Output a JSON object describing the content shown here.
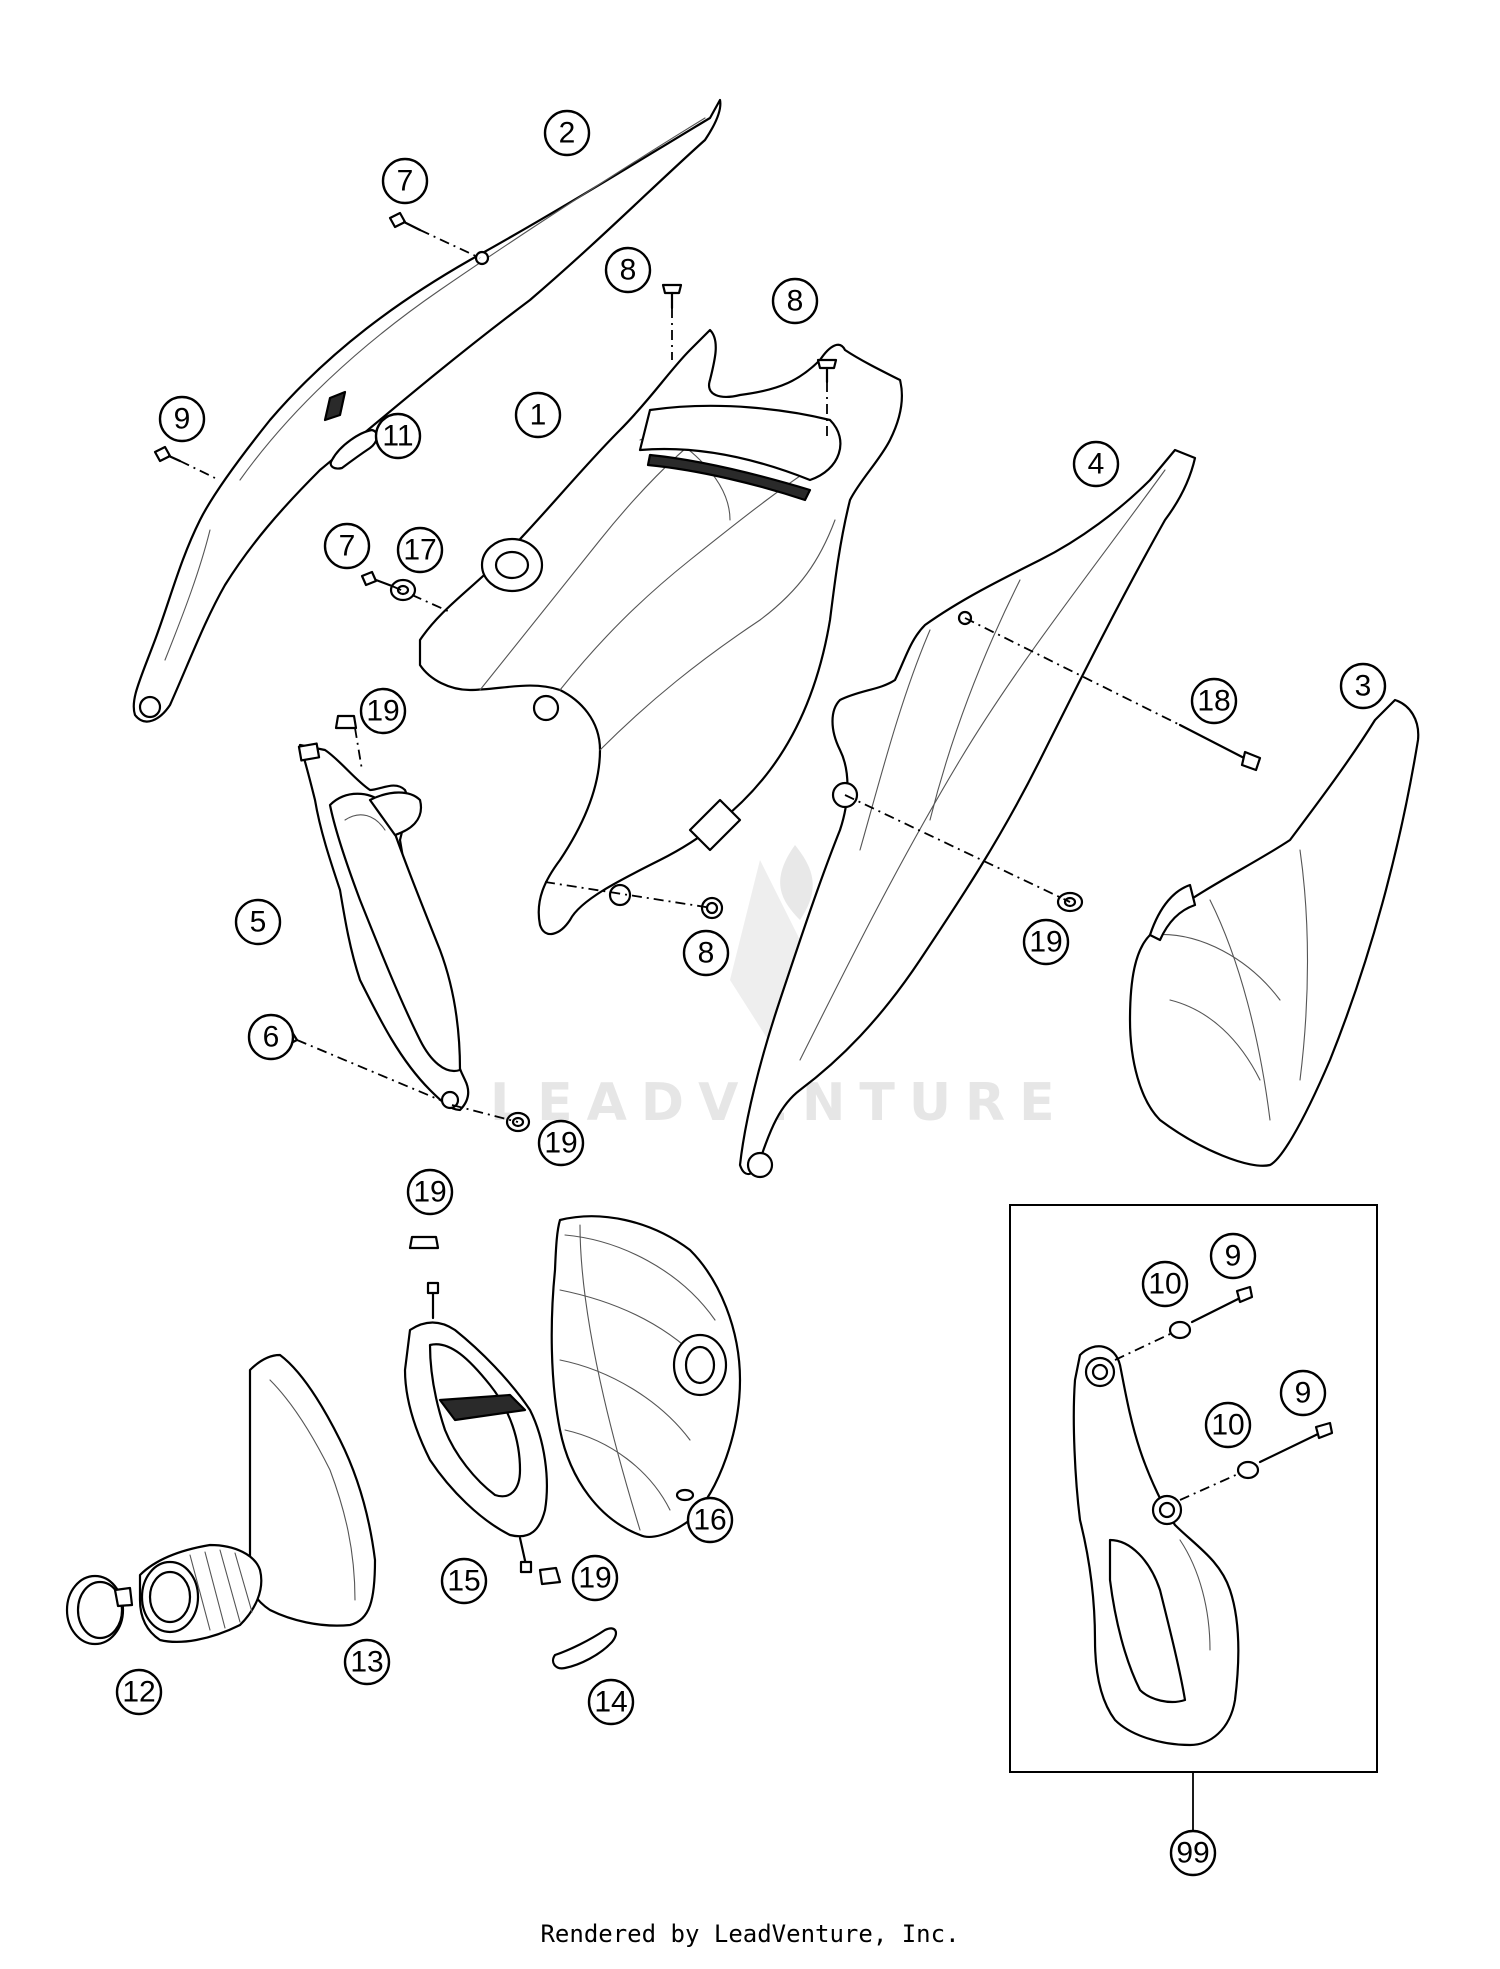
{
  "watermark": "LEADVENTURE",
  "footer": "Rendered by LeadVenture, Inc.",
  "callouts": [
    "1",
    "2",
    "3",
    "4",
    "5",
    "6",
    "7",
    "8",
    "9",
    "10",
    "11",
    "12",
    "13",
    "14",
    "15",
    "16",
    "17",
    "18",
    "19",
    "99"
  ],
  "labels": {
    "c1": "1",
    "c2": "2",
    "c3": "3",
    "c4": "4",
    "c5": "5",
    "c6": "6",
    "c7a": "7",
    "c7b": "7",
    "c8a": "8",
    "c8b": "8",
    "c8c": "8",
    "c9a": "9",
    "c9b": "9",
    "c9c": "9",
    "c10a": "10",
    "c10b": "10",
    "c11": "11",
    "c12": "12",
    "c13": "13",
    "c14": "14",
    "c15": "15",
    "c16": "16",
    "c17": "17",
    "c18": "18",
    "c19a": "19",
    "c19b": "19",
    "c19c": "19",
    "c19d": "19",
    "c19e": "19",
    "c99": "99"
  }
}
